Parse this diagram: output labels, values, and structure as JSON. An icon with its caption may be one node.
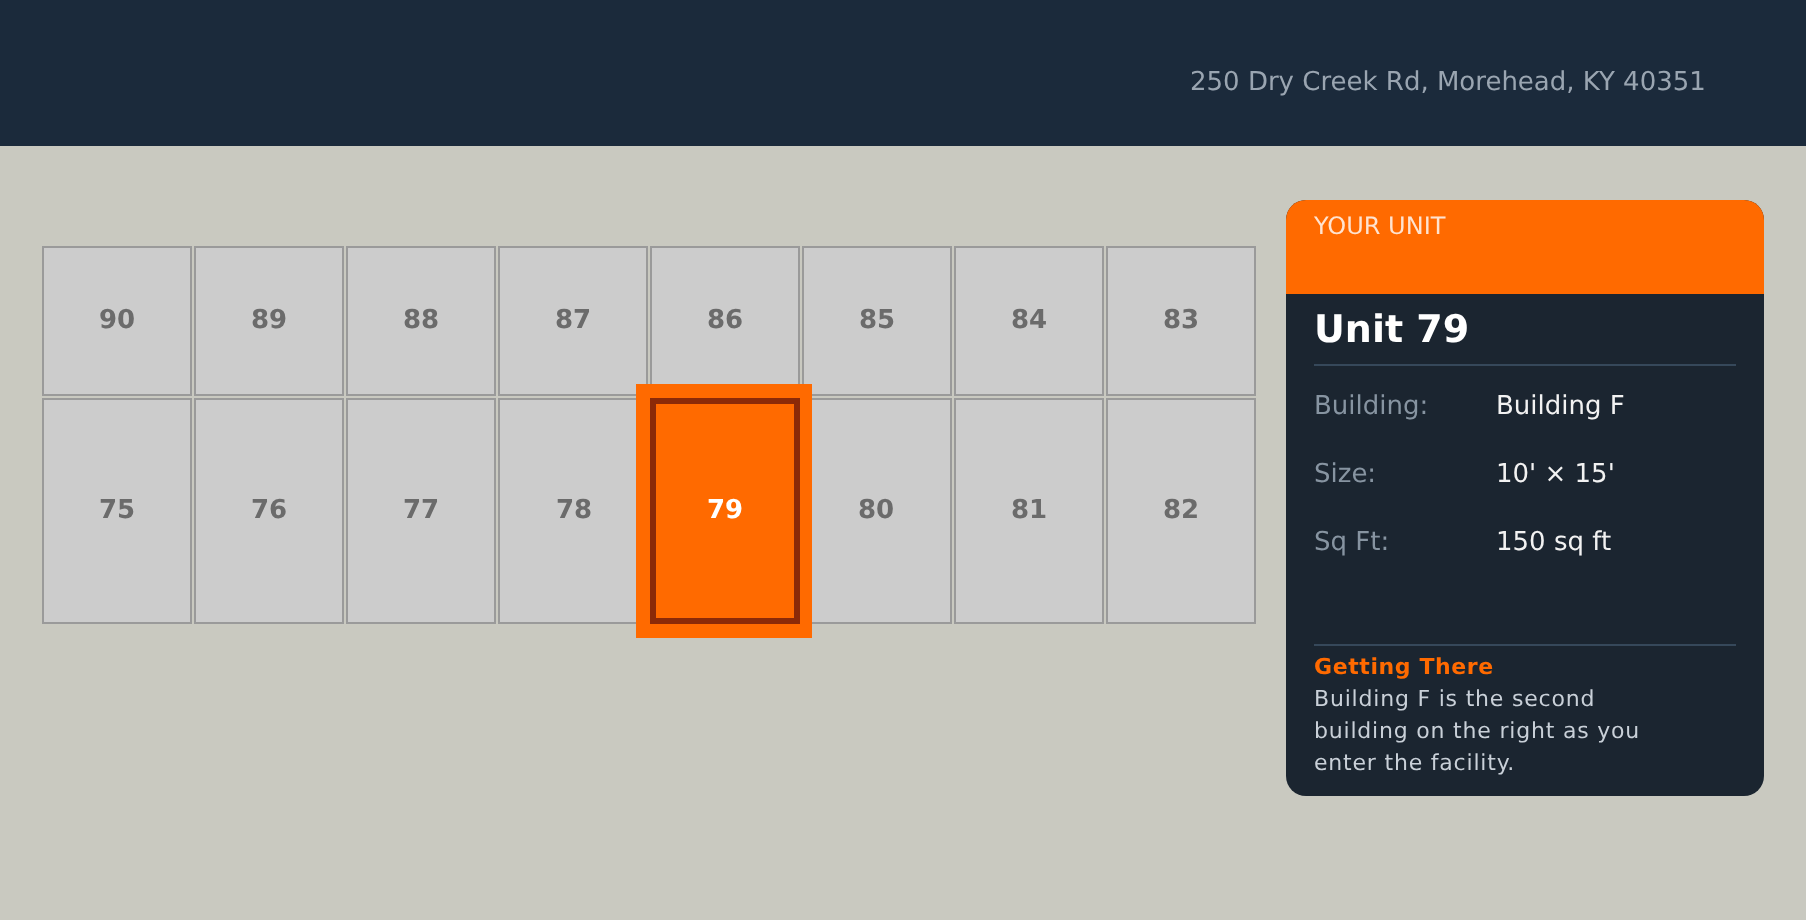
{
  "diagram": {
    "nodes": [
      {
        "text": [
          "250 Dry Creek Rd, Morehead, KY 40351"
        ]
      },
      {
        "text": [
          "90"
        ]
      },
      {
        "text": [
          "89"
        ]
      },
      {
        "text": [
          "88"
        ]
      },
      {
        "text": [
          "87"
        ]
      },
      {
        "text": [
          "86"
        ]
      },
      {
        "text": [
          "85"
        ]
      },
      {
        "text": [
          "84"
        ]
      },
      {
        "text": [
          "83"
        ]
      },
      {
        "text": [
          "75"
        ]
      },
      {
        "text": [
          "76"
        ]
      },
      {
        "text": [
          "77"
        ]
      },
      {
        "text": [
          "78"
        ]
      },
      {
        "text": [],
        "shape": "box"
      },
      {
        "text": [
          "79"
        ],
        "in": 13
      },
      {
        "text": [
          "80"
        ]
      },
      {
        "text": [
          "81"
        ]
      },
      {
        "text": [
          "82"
        ]
      },
      {
        "text": [
          "YOUR UNIT",
          "Unit 79",
          "Building:",
          "Building F",
          "Size:",
          "10' × 15'",
          "Sq Ft:",
          "150 sq ft",
          "Getting There",
          "Building F is the second building on the right as you enter the facility."
        ]
      }
    ]
  }
}
